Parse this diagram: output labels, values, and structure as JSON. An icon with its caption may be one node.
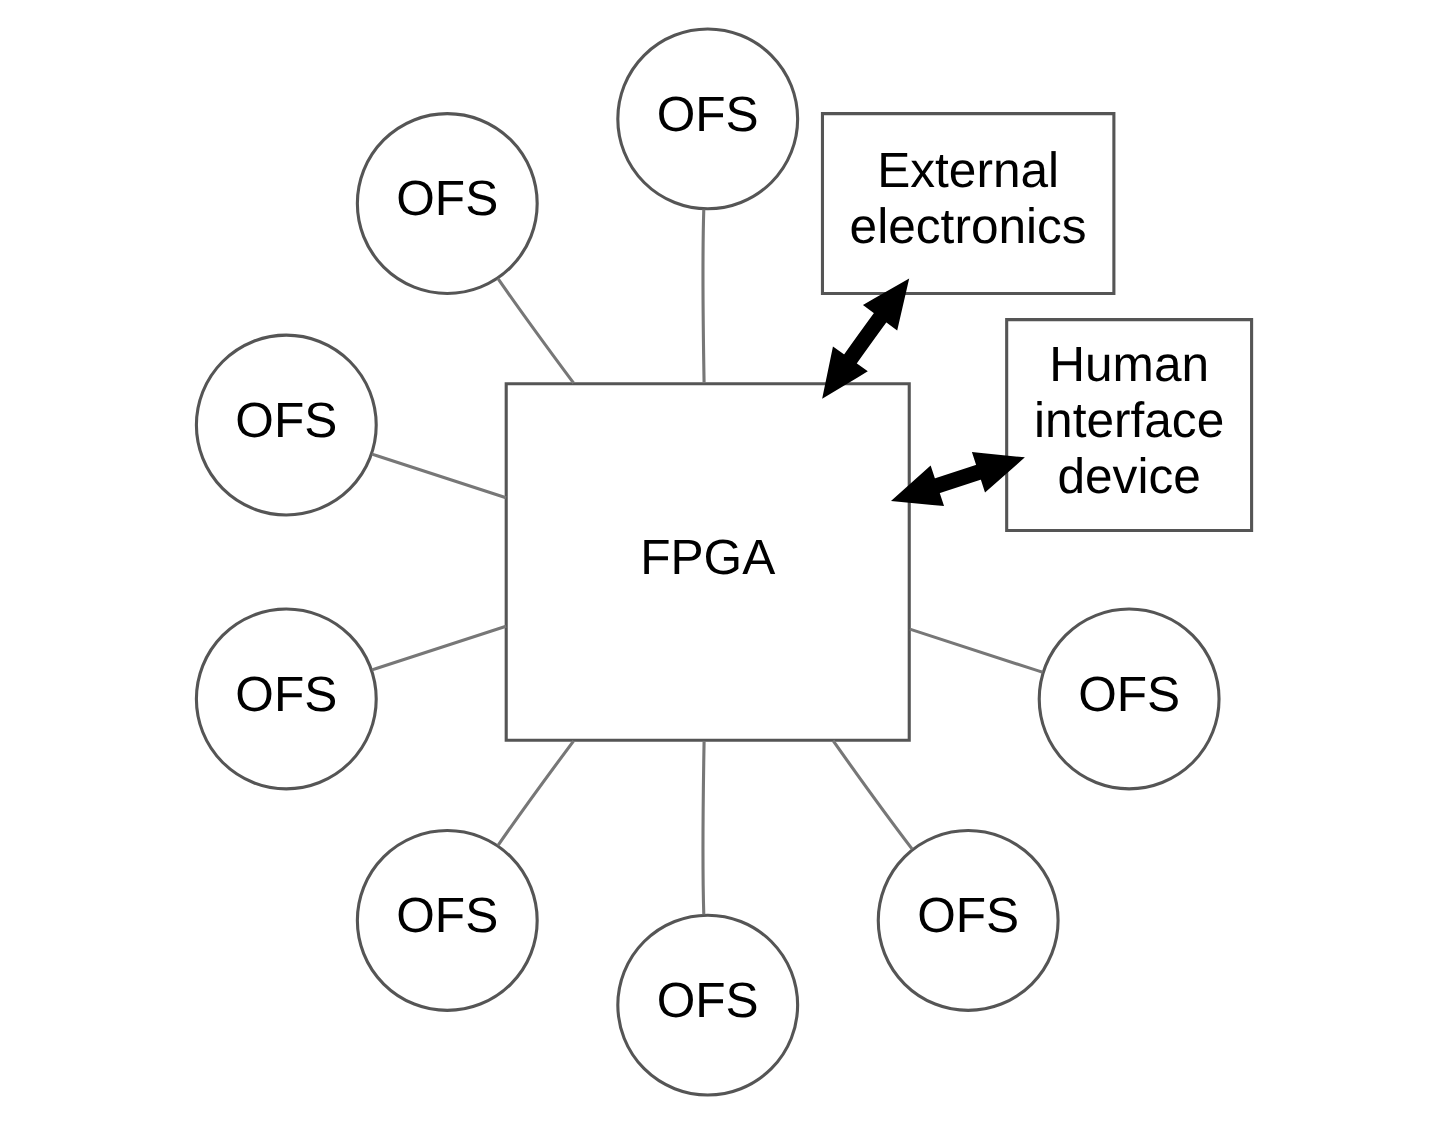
{
  "diagram": {
    "nodes": [
      {
        "text": [
          "External electronics"
        ]
      },
      {
        "text": [
          "FPGA"
        ]
      },
      {
        "text": [
          "Human interface device"
        ]
      },
      {
        "text": [
          "OFS"
        ]
      },
      {
        "text": [
          "OFS"
        ]
      },
      {
        "text": [
          "OFS"
        ]
      },
      {
        "text": [
          "OFS"
        ]
      },
      {
        "text": [
          "OFS"
        ]
      },
      {
        "text": [
          "OFS"
        ]
      },
      {
        "text": [
          "OFS"
        ]
      },
      {
        "text": [
          "OFS"
        ]
      }
    ],
    "edges": [
      {
        "from": 0,
        "to": 1,
        "arrow": "both",
        "style": "thick",
        "color": "#000000"
      },
      {
        "from": 1,
        "to": 2,
        "arrow": "both",
        "style": "thick",
        "color": "#000000"
      },
      {
        "from": 3,
        "to": 1,
        "arrow": "none"
      },
      {
        "from": 4,
        "to": 1,
        "arrow": "none"
      },
      {
        "from": 5,
        "to": 1,
        "arrow": "none"
      },
      {
        "from": 6,
        "to": 1,
        "arrow": "none"
      },
      {
        "from": 7,
        "to": 1,
        "arrow": "none"
      },
      {
        "from": 8,
        "to": 1,
        "arrow": "none"
      },
      {
        "from": 9,
        "to": 1,
        "arrow": "none"
      },
      {
        "from": 10,
        "to": 1,
        "arrow": "none"
      }
    ]
  }
}
